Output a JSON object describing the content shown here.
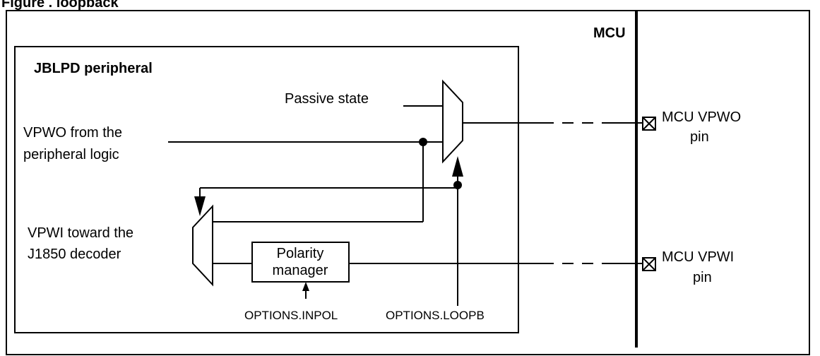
{
  "figure_caption": "Figure   .   loopback",
  "labels": {
    "mcu": "MCU",
    "peripheral": "JBLPD peripheral",
    "passive_state": "Passive state",
    "vpwo_line1": "VPWO from the",
    "vpwo_line2": "peripheral logic",
    "vpwi_line1": "VPWI toward the",
    "vpwi_line2": "J1850 decoder",
    "polarity_line1": "Polarity",
    "polarity_line2": "manager",
    "inpol": "OPTIONS.INPOL",
    "loopb": "OPTIONS.LOOPB",
    "vpwo_pin_line1": "MCU VPWO",
    "vpwo_pin_line2": "pin",
    "vpwi_pin_line1": "MCU VPWI",
    "vpwi_pin_line2": "pin"
  }
}
